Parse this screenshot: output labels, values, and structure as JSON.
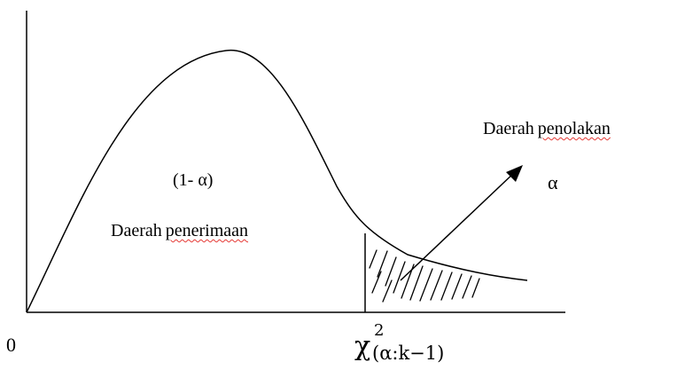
{
  "diagram": {
    "acceptance_region": {
      "label_word1": "Daerah",
      "label_word2": "penerimaan",
      "probability": "(1- α)"
    },
    "rejection_region": {
      "label_word1": "Daerah",
      "label_word2": "penolakan",
      "probability": "α"
    },
    "x_axis": {
      "origin_label": "0",
      "critical_value": {
        "symbol": "χ",
        "superscript": "2",
        "subscript": "(α:k−1)"
      }
    },
    "colors": {
      "stroke": "#000000",
      "spellcheck_underline": "#e53935",
      "background": "#ffffff"
    }
  }
}
